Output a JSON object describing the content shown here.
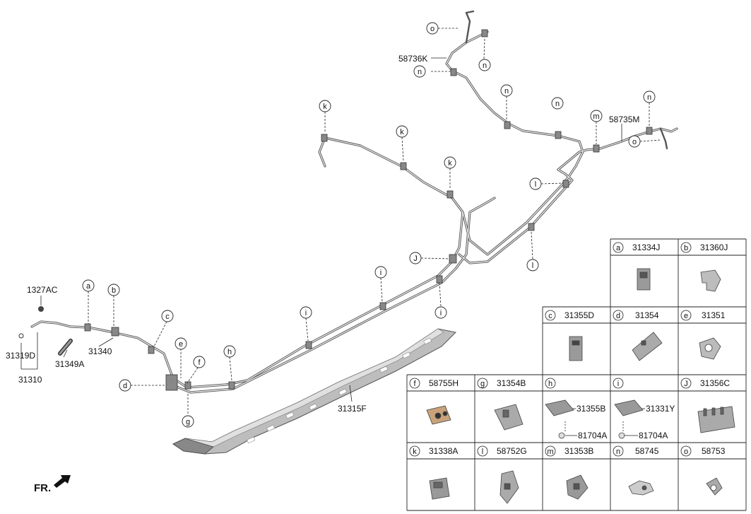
{
  "diagram": {
    "part_labels": {
      "p1327AC": "1327AC",
      "p31319D": "31319D",
      "p31310": "31310",
      "p31349A": "31349A",
      "p31340": "31340",
      "p31315F": "31315F",
      "p58736K": "58736K",
      "p58735M": "58735M"
    },
    "callouts": [
      {
        "id": "a",
        "letter": "a"
      },
      {
        "id": "b",
        "letter": "b"
      },
      {
        "id": "c",
        "letter": "c"
      },
      {
        "id": "d",
        "letter": "d"
      },
      {
        "id": "e",
        "letter": "e"
      },
      {
        "id": "f",
        "letter": "f"
      },
      {
        "id": "g",
        "letter": "g"
      },
      {
        "id": "h",
        "letter": "h"
      },
      {
        "id": "i1",
        "letter": "i"
      },
      {
        "id": "i2",
        "letter": "i"
      },
      {
        "id": "i3",
        "letter": "i"
      },
      {
        "id": "J",
        "letter": "J"
      },
      {
        "id": "k1",
        "letter": "k"
      },
      {
        "id": "k2",
        "letter": "k"
      },
      {
        "id": "k3",
        "letter": "k"
      },
      {
        "id": "l1",
        "letter": "l"
      },
      {
        "id": "l2",
        "letter": "l"
      },
      {
        "id": "m",
        "letter": "m"
      },
      {
        "id": "n1",
        "letter": "n"
      },
      {
        "id": "n2",
        "letter": "n"
      },
      {
        "id": "n3",
        "letter": "n"
      },
      {
        "id": "n4",
        "letter": "n"
      },
      {
        "id": "n5",
        "letter": "n"
      },
      {
        "id": "o1",
        "letter": "o"
      },
      {
        "id": "o2",
        "letter": "o"
      }
    ],
    "fr_label": "FR.",
    "legend": [
      {
        "letter": "a",
        "part": "31334J"
      },
      {
        "letter": "b",
        "part": "31360J"
      },
      {
        "letter": "c",
        "part": "31355D"
      },
      {
        "letter": "d",
        "part": "31354"
      },
      {
        "letter": "e",
        "part": "31351"
      },
      {
        "letter": "f",
        "part": "58755H"
      },
      {
        "letter": "g",
        "part": "31354B"
      },
      {
        "letter": "h",
        "part": "",
        "sub": [
          "31355B",
          "81704A"
        ]
      },
      {
        "letter": "i",
        "part": "",
        "sub": [
          "31331Y",
          "81704A"
        ]
      },
      {
        "letter": "J",
        "part": "31356C"
      },
      {
        "letter": "k",
        "part": "31338A"
      },
      {
        "letter": "l",
        "part": "58752G"
      },
      {
        "letter": "m",
        "part": "31353B"
      },
      {
        "letter": "n",
        "part": "58745"
      },
      {
        "letter": "o",
        "part": "58753"
      }
    ]
  }
}
